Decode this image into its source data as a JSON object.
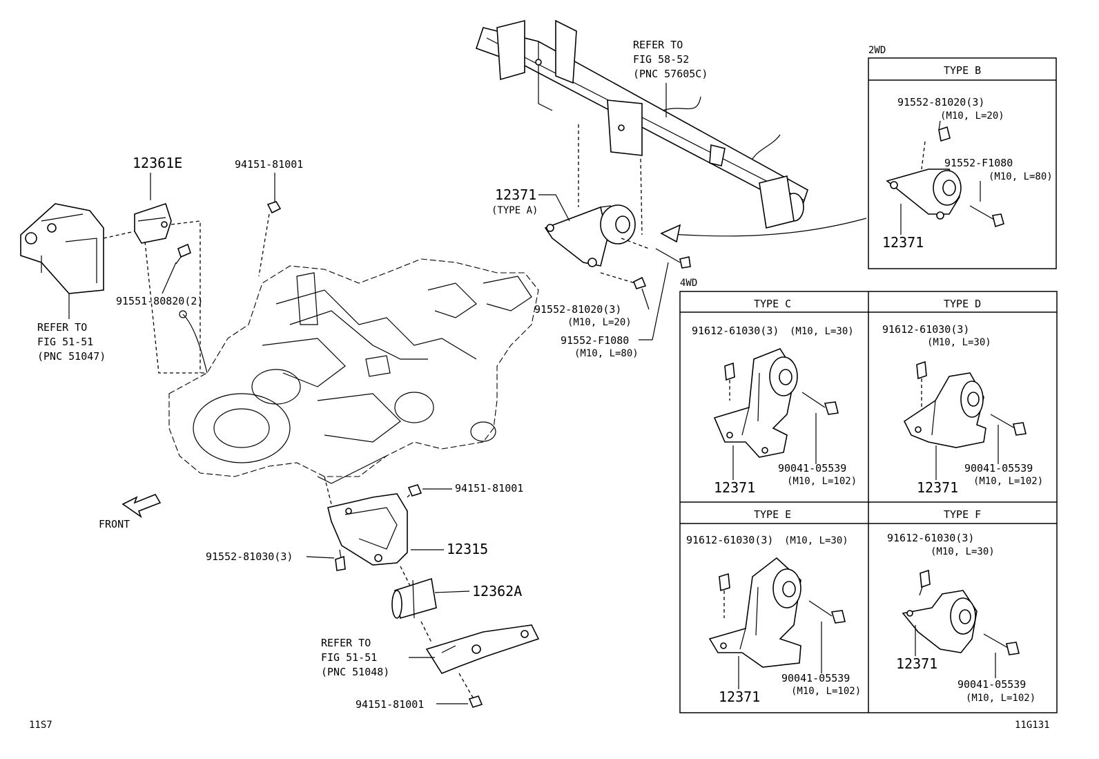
{
  "refer_rear": {
    "line1": "REFER TO",
    "line2": "FIG 58-52",
    "line3": "(PNC 57605C)"
  },
  "refer_left": {
    "line1": "REFER TO",
    "line2": "FIG 51-51",
    "line3": "(PNC 51047)"
  },
  "refer_bottom": {
    "line1": "REFER TO",
    "line2": "FIG 51-51",
    "line3": "(PNC 51048)"
  },
  "main": {
    "p12361e": "12361E",
    "p94151_top": "94151-81001",
    "p91551": "91551-80820(2)",
    "p12371": "12371",
    "p12371_type": "(TYPE A)",
    "p91552_81020": "91552-81020(3)",
    "p91552_81020_spec": "(M10, L=20)",
    "p91552_f1080": "91552-F1080",
    "p91552_f1080_spec": "(M10, L=80)",
    "p94151_mid": "94151-81001",
    "p91552_81030": "91552-81030(3)",
    "p12315": "12315",
    "p12362a": "12362A",
    "p94151_bottom": "94151-81001",
    "front": "FRONT"
  },
  "panel_2wd": {
    "heading": "2WD",
    "type": "TYPE B",
    "bolt1": "91552-81020(3)",
    "bolt1_spec": "(M10, L=20)",
    "bolt2": "91552-F1080",
    "bolt2_spec": "(M10, L=80)",
    "part": "12371"
  },
  "panel_4wd": {
    "heading": "4WD",
    "type_c": {
      "title": "TYPE C",
      "bolt1": "91612-61030(3)",
      "bolt1_spec": "(M10, L=30)",
      "bolt2": "90041-05539",
      "bolt2_spec": "(M10, L=102)",
      "part": "12371"
    },
    "type_d": {
      "title": "TYPE D",
      "bolt1": "91612-61030(3)",
      "bolt1_spec": "(M10, L=30)",
      "bolt2": "90041-05539",
      "bolt2_spec": "(M10, L=102)",
      "part": "12371"
    },
    "type_e": {
      "title": "TYPE E",
      "bolt1": "91612-61030(3)",
      "bolt1_spec": "(M10, L=30)",
      "bolt2": "90041-05539",
      "bolt2_spec": "(M10, L=102)",
      "part": "12371"
    },
    "type_f": {
      "title": "TYPE F",
      "bolt1": "91612-61030(3)",
      "bolt1_spec": "(M10, L=30)",
      "bolt2": "90041-05539",
      "bolt2_spec": "(M10, L=102)",
      "part": "12371"
    }
  },
  "footer": {
    "left_code": "11S7",
    "right_code": "11G131"
  }
}
